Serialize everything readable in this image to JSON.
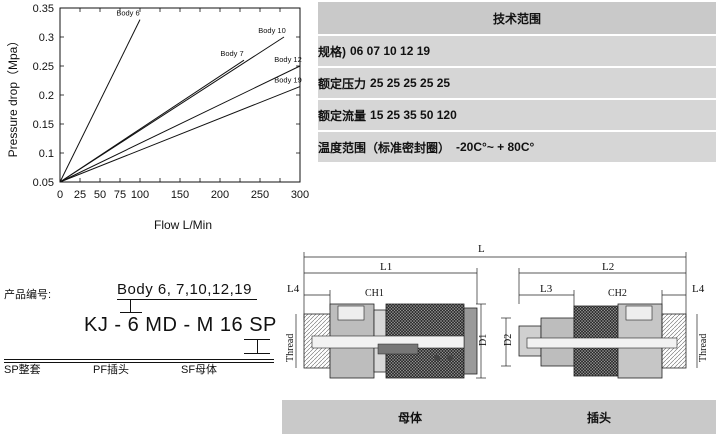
{
  "chart_data": {
    "type": "line",
    "xlabel": "Flow L/Min",
    "ylabel": "Pressure drop（Mpa）",
    "xlim": [
      0,
      300
    ],
    "ylim": [
      0.05,
      0.35
    ],
    "xticks": [
      0,
      25,
      50,
      75,
      100,
      125,
      150,
      175,
      200,
      225,
      250,
      275,
      300
    ],
    "xtick_labels": [
      "0",
      "25",
      "50",
      "75",
      "100",
      "150",
      "200",
      "250",
      "300"
    ],
    "yticks": [
      0.05,
      0.1,
      0.15,
      0.2,
      0.25,
      0.3,
      0.35
    ],
    "ytick_labels": [
      "0.05",
      "0.1",
      "0.15",
      "0.2",
      "0.25",
      "0.3",
      "0.35"
    ],
    "grid": false,
    "series": [
      {
        "name": "Body 6",
        "x": [
          0,
          100
        ],
        "y": [
          0.05,
          0.33
        ]
      },
      {
        "name": "Body 10",
        "x": [
          0,
          280
        ],
        "y": [
          0.05,
          0.3
        ]
      },
      {
        "name": "Body 7",
        "x": [
          0,
          230
        ],
        "y": [
          0.05,
          0.26
        ]
      },
      {
        "name": "Body 12",
        "x": [
          0,
          300
        ],
        "y": [
          0.05,
          0.25
        ]
      },
      {
        "name": "Body 19",
        "x": [
          0,
          310
        ],
        "y": [
          0.05,
          0.22
        ]
      }
    ]
  },
  "specs": {
    "title": "技术范围",
    "rows": [
      {
        "label": "规格)",
        "values": "06 07 10 12 19"
      },
      {
        "label": "额定压力",
        "values": "25 25 25 25 25"
      },
      {
        "label": "额定流量",
        "values": "15 25 35 50 120"
      },
      {
        "label": "温度范围（标准密封圈）",
        "values": "-20C°~ + 80C°"
      }
    ]
  },
  "product_code": {
    "label": "产品编号:",
    "body_line": "Body  6, 7,10,12,19",
    "code": "KJ - 6 MD - M 16 SP",
    "types": [
      "SP整套",
      "PF插头",
      "SF母体"
    ]
  },
  "drawing": {
    "dimensions": [
      "L",
      "L1",
      "L2",
      "L3",
      "L4",
      "L4",
      "CH1",
      "CH2",
      "D1",
      "D2",
      "Thread",
      "Thread"
    ]
  },
  "bottom": {
    "left_label": "母体",
    "right_label": "插头"
  }
}
